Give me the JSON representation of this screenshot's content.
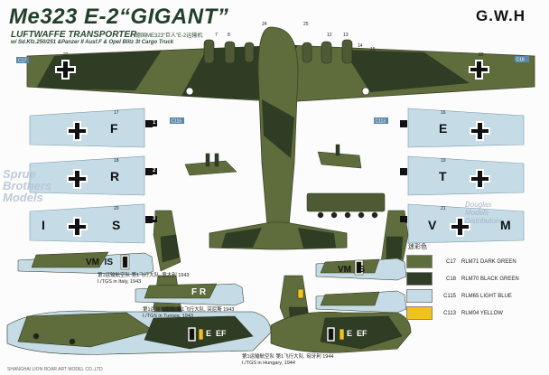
{
  "header": {
    "title": "Me323 E-2“GIGANT”",
    "subtitle": "LUFTWAFFE TRANSPORTER",
    "subtitle_cn": "德国ME323“巨人”E-2运输机",
    "vehicles": "w/ Sd.Kfz.250/251 &Panzer II Ausf.F & Opel Blitz 3t Cargo Truck",
    "brand": "G.W.H"
  },
  "watermark": {
    "text": "Sprue\nBrothers\nModels",
    "distributor": "Douglas\nModels\nDistributors"
  },
  "legend": {
    "header": "迷彩色",
    "items": [
      {
        "code": "C17",
        "name": "RLM71 DARK GREEN",
        "color": "#5f6d3c"
      },
      {
        "code": "C18",
        "name": "RLM70 BLACK GREEN",
        "color": "#2f3d24"
      },
      {
        "code": "C115",
        "name": "RLM65 LIGHT BLUE",
        "color": "#c5dce6"
      },
      {
        "code": "C113",
        "name": "RLM04 YELLOW",
        "color": "#f2c21a"
      }
    ]
  },
  "wings": {
    "left": [
      {
        "letter": "F",
        "callout": "17"
      },
      {
        "letter": "R",
        "callout": "18"
      },
      {
        "letter": "S",
        "callout": "20",
        "prefix": "I"
      }
    ],
    "right": [
      {
        "letter": "E",
        "callout": "16"
      },
      {
        "letter": "T",
        "callout": "19"
      },
      {
        "letter": "M",
        "callout": "21",
        "prefix": "V"
      }
    ]
  },
  "profiles": [
    {
      "code": "VM  IS",
      "caption": "第1运输航空队 第1飞行大队, 意大利 1943\nI./TGS in Italy, 1943"
    },
    {
      "code": "F R",
      "caption": "第1运输航空队 第1飞行大队, 突尼斯 1943\nI./TGS in Tunisia, 1943"
    },
    {
      "code": "E  EF",
      "caption": "第1运输航空队 第1飞行大队, 匈牙利 1944\nI./TGS in Hungary, 1944"
    }
  ],
  "side_codes": {
    "right_upper": "VM  IS",
    "right_lower": "E  EF",
    "middle": "F  R"
  },
  "markers": [
    "1",
    "2",
    "3"
  ],
  "callouts_top": [
    "C17",
    "C18",
    "C115",
    "C113",
    "22",
    "23",
    "24",
    "25",
    "7",
    "8",
    "12",
    "13",
    "14",
    "15"
  ],
  "footer": "SHANGHAI LION ROAR ART MODEL CO.,LTD"
}
